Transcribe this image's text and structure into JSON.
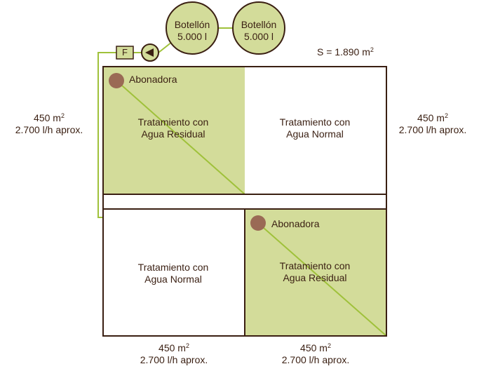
{
  "colors": {
    "outline": "#3a1f12",
    "residual_fill": "#d3dc9a",
    "pipe": "#9fc13a",
    "sprinkler": "#9a6a55",
    "tank_fill": "#d3dc9a"
  },
  "tanks": [
    {
      "line1": "Botellón",
      "line2": "5.000 l"
    },
    {
      "line1": "Botellón",
      "line2": "5.000 l"
    }
  ],
  "filter_label": "F",
  "pump_icon": "pump-arrow-icon",
  "surface": {
    "text": "S = 1.890 m",
    "sup": "2"
  },
  "plots": {
    "top_left": {
      "line1": "Tratamiento con",
      "line2": "Agua Residual",
      "sprinkler_label": "Abonadora",
      "shaded": true
    },
    "top_right": {
      "line1": "Tratamiento con",
      "line2": "Agua Normal",
      "shaded": false
    },
    "bottom_left": {
      "line1": "Tratamiento con",
      "line2": "Agua Normal",
      "shaded": false
    },
    "bottom_right": {
      "line1": "Tratamiento con",
      "line2": "Agua Residual",
      "sprinkler_label": "Abonadora",
      "shaded": true
    }
  },
  "area_labels": {
    "left": {
      "area": "450 m",
      "sup": "2",
      "flow": "2.700 l/h aprox."
    },
    "right": {
      "area": "450 m",
      "sup": "2",
      "flow": "2.700 l/h aprox."
    },
    "bottom_left": {
      "area": "450 m",
      "sup": "2",
      "flow": "2.700 l/h aprox."
    },
    "bottom_right": {
      "area": "450 m",
      "sup": "2",
      "flow": "2.700 l/h aprox."
    }
  }
}
